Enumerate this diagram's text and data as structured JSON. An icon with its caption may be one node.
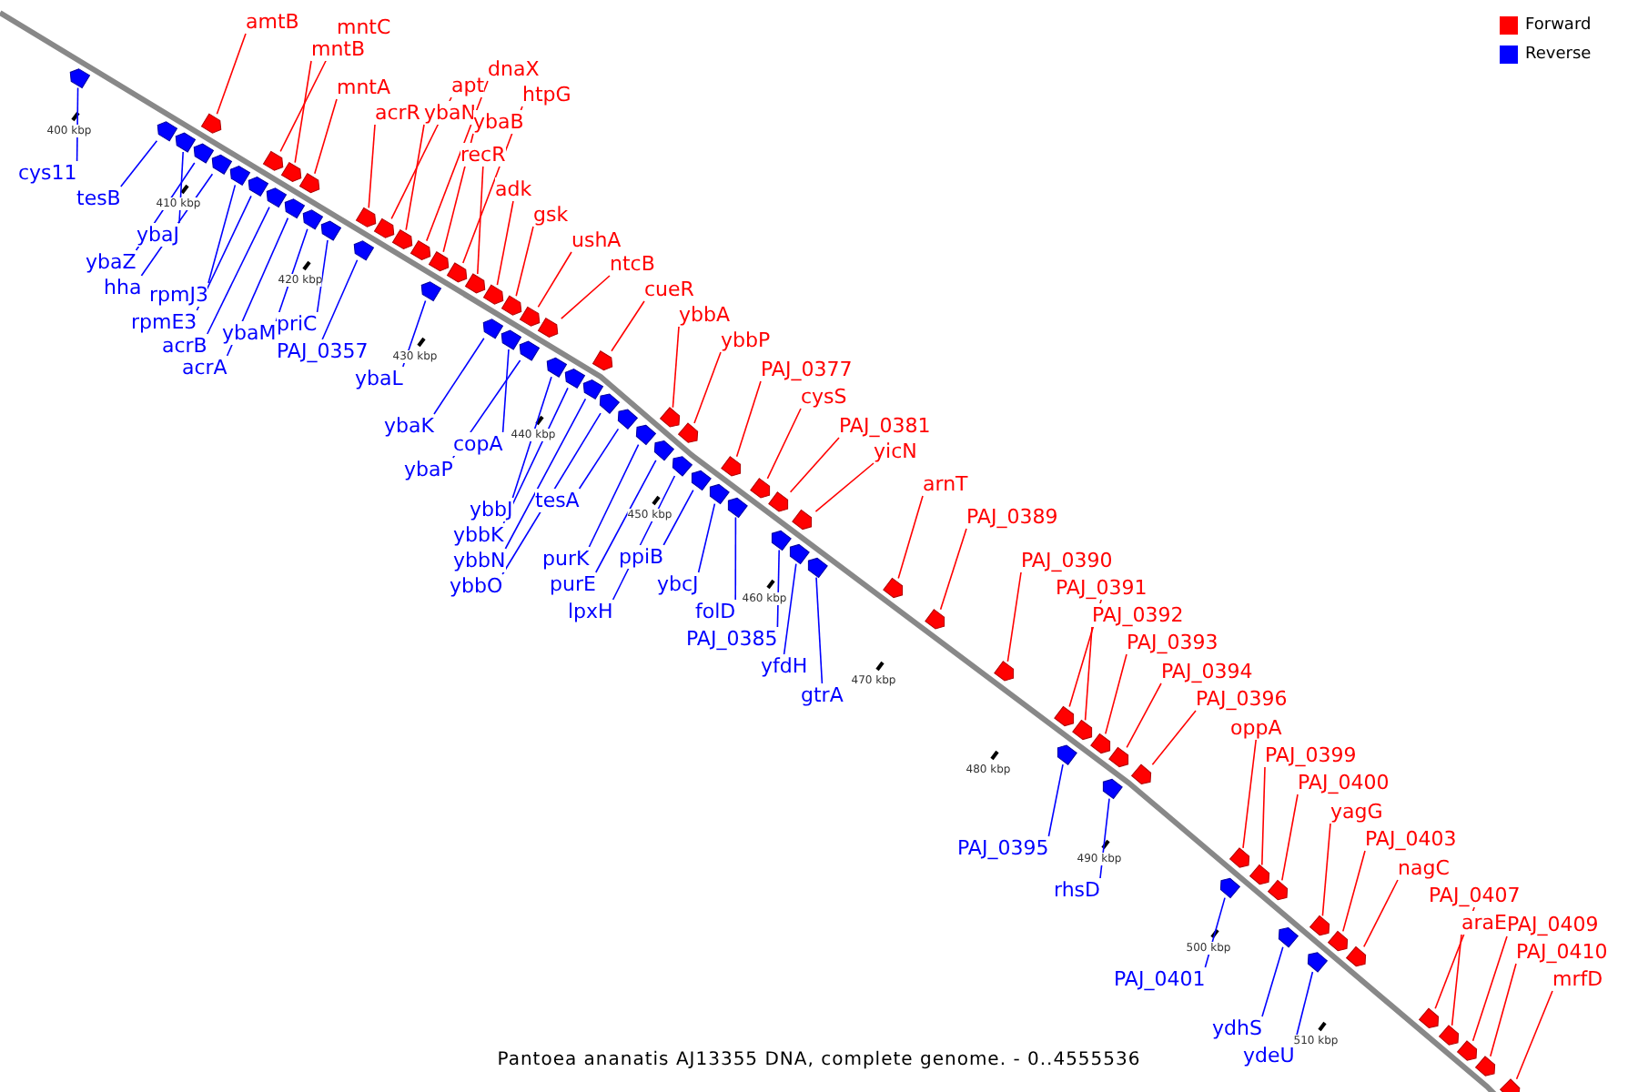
{
  "diagram": {
    "caption": "Pantoea ananatis AJ13355 DNA, complete genome. - 0..4555536",
    "nodes": [
      {
        "text": [
          "amtB"
        ]
      },
      {
        "text": [
          "mntC"
        ]
      },
      {
        "text": [
          "mntB"
        ]
      },
      {
        "text": [
          "mntA"
        ]
      },
      {
        "text": [
          "acrR"
        ]
      },
      {
        "text": [
          "apt"
        ]
      },
      {
        "text": [
          "ybaN"
        ]
      },
      {
        "text": [
          "dnaX"
        ]
      },
      {
        "text": [
          "ybaB"
        ]
      },
      {
        "text": [
          "htpG"
        ]
      },
      {
        "text": [
          "recR"
        ]
      },
      {
        "text": [
          "adk"
        ]
      },
      {
        "text": [
          "gsk"
        ]
      },
      {
        "text": [
          "ushA"
        ]
      },
      {
        "text": [
          "ntcB"
        ]
      },
      {
        "text": [
          "cueR"
        ]
      },
      {
        "text": [
          "ybbA"
        ]
      },
      {
        "text": [
          "ybbP"
        ]
      },
      {
        "text": [
          "PAJ_0377"
        ]
      },
      {
        "text": [
          "cysS"
        ]
      },
      {
        "text": [
          "PAJ_0381"
        ]
      },
      {
        "text": [
          "yicN"
        ]
      },
      {
        "text": [
          "arnT"
        ]
      },
      {
        "text": [
          "PAJ_0389"
        ]
      },
      {
        "text": [
          "PAJ_0390"
        ]
      },
      {
        "text": [
          "PAJ_0391"
        ]
      },
      {
        "text": [
          "PAJ_0392"
        ]
      },
      {
        "text": [
          "PAJ_0393"
        ]
      },
      {
        "text": [
          "PAJ_0394"
        ]
      },
      {
        "text": [
          "PAJ_0396"
        ]
      },
      {
        "text": [
          "oppA"
        ]
      },
      {
        "text": [
          "PAJ_0399"
        ]
      },
      {
        "text": [
          "PAJ_0400"
        ]
      },
      {
        "text": [
          "yagG"
        ]
      },
      {
        "text": [
          "PAJ_0403"
        ]
      },
      {
        "text": [
          "nagC"
        ]
      },
      {
        "text": [
          "PAJ_0407"
        ]
      },
      {
        "text": [
          "araE"
        ]
      },
      {
        "text": [
          "PAJ_0409"
        ]
      },
      {
        "text": [
          "PAJ_0410"
        ]
      },
      {
        "text": [
          "mrfD"
        ]
      },
      {
        "text": [
          "cys11"
        ]
      },
      {
        "text": [
          "tesB"
        ]
      },
      {
        "text": [
          "ybaJ"
        ]
      },
      {
        "text": [
          "ybaZ"
        ]
      },
      {
        "text": [
          "hha"
        ]
      },
      {
        "text": [
          "rpmJ3"
        ]
      },
      {
        "text": [
          "rpmE3"
        ]
      },
      {
        "text": [
          "acrB"
        ]
      },
      {
        "text": [
          "acrA"
        ]
      },
      {
        "text": [
          "ybaM"
        ]
      },
      {
        "text": [
          "priC"
        ]
      },
      {
        "text": [
          "PAJ_0357"
        ]
      },
      {
        "text": [
          "ybaL"
        ]
      },
      {
        "text": [
          "ybaK"
        ]
      },
      {
        "text": [
          "copA"
        ]
      },
      {
        "text": [
          "ybaP"
        ]
      },
      {
        "text": [
          "ybbJ"
        ]
      },
      {
        "text": [
          "ybbK"
        ]
      },
      {
        "text": [
          "ybbN"
        ]
      },
      {
        "text": [
          "ybbO"
        ]
      },
      {
        "text": [
          "tesA"
        ]
      },
      {
        "text": [
          "purK"
        ]
      },
      {
        "text": [
          "purE"
        ]
      },
      {
        "text": [
          "lpxH"
        ]
      },
      {
        "text": [
          "ppiB"
        ]
      },
      {
        "text": [
          "ybcJ"
        ]
      },
      {
        "text": [
          "folD"
        ]
      },
      {
        "text": [
          "PAJ_0385"
        ]
      },
      {
        "text": [
          "yfdH"
        ]
      },
      {
        "text": [
          "gtrA"
        ]
      },
      {
        "text": [
          "PAJ_0395"
        ]
      },
      {
        "text": [
          "rhsD"
        ]
      },
      {
        "text": [
          "PAJ_0401"
        ]
      },
      {
        "text": [
          "ydhS"
        ]
      },
      {
        "text": [
          "ydeU"
        ]
      },
      {
        "text": [],
        "shape": "arrow"
      },
      {
        "text": [],
        "shape": "arrow"
      },
      {
        "text": [],
        "shape": "arrow"
      },
      {
        "text": [],
        "shape": "arrow"
      },
      {
        "text": [],
        "shape": "arrow"
      },
      {
        "text": [],
        "shape": "arrow"
      },
      {
        "text": [],
        "shape": "arrow"
      },
      {
        "text": [],
        "shape": "arrow"
      },
      {
        "text": [],
        "shape": "arrow"
      },
      {
        "text": [],
        "shape": "arrow"
      },
      {
        "text": [],
        "shape": "arrow"
      },
      {
        "text": [],
        "shape": "arrow"
      },
      {
        "text": [],
        "shape": "arrow"
      },
      {
        "text": [],
        "shape": "arrow"
      },
      {
        "text": [],
        "shape": "arrow"
      },
      {
        "text": [],
        "shape": "arrow"
      },
      {
        "text": [],
        "shape": "arrow"
      },
      {
        "text": [],
        "shape": "arrow"
      },
      {
        "text": [],
        "shape": "arrow"
      },
      {
        "text": [],
        "shape": "arrow"
      },
      {
        "text": [],
        "shape": "arrow"
      },
      {
        "text": [],
        "shape": "arrow"
      },
      {
        "text": [],
        "shape": "arrow"
      },
      {
        "text": [],
        "shape": "arrow"
      },
      {
        "text": [],
        "shape": "arrow"
      },
      {
        "text": [],
        "shape": "arrow"
      },
      {
        "text": [],
        "shape": "arrow"
      },
      {
        "text": [],
        "shape": "arrow"
      },
      {
        "text": [],
        "shape": "arrow"
      },
      {
        "text": [],
        "shape": "arrow"
      },
      {
        "text": [],
        "shape": "arrow"
      },
      {
        "text": [],
        "shape": "arrow"
      },
      {
        "text": [],
        "shape": "arrow"
      },
      {
        "text": [],
        "shape": "arrow"
      },
      {
        "text": [],
        "shape": "arrow"
      },
      {
        "text": [],
        "shape": "arrow"
      },
      {
        "text": [],
        "shape": "arrow"
      },
      {
        "text": [],
        "shape": "arrow"
      },
      {
        "text": [],
        "shape": "arrow"
      },
      {
        "text": [],
        "shape": "arrow"
      },
      {
        "text": [],
        "shape": "arrow"
      },
      {
        "text": [],
        "shape": "arrow"
      },
      {
        "text": [],
        "shape": "arrow"
      },
      {
        "text": [],
        "shape": "arrow"
      },
      {
        "text": [],
        "shape": "arrow"
      },
      {
        "text": [],
        "shape": "arrow"
      },
      {
        "text": [],
        "shape": "arrow"
      },
      {
        "text": [],
        "shape": "arrow"
      },
      {
        "text": [],
        "shape": "arrow"
      },
      {
        "text": [],
        "shape": "arrow"
      },
      {
        "text": [],
        "shape": "arrow"
      },
      {
        "text": [],
        "shape": "arrow"
      },
      {
        "text": [],
        "shape": "arrow"
      },
      {
        "text": [],
        "shape": "arrow"
      },
      {
        "text": [],
        "shape": "arrow"
      },
      {
        "text": [],
        "shape": "arrow"
      },
      {
        "text": [],
        "shape": "arrow"
      },
      {
        "text": [],
        "shape": "arrow"
      },
      {
        "text": [],
        "shape": "arrow"
      },
      {
        "text": [],
        "shape": "arrow"
      },
      {
        "text": [],
        "shape": "arrow"
      },
      {
        "text": [],
        "shape": "arrow"
      },
      {
        "text": [],
        "shape": "arrow"
      },
      {
        "text": [],
        "shape": "arrow"
      },
      {
        "text": [],
        "shape": "arrow"
      },
      {
        "text": [],
        "shape": "arrow"
      },
      {
        "text": [],
        "shape": "arrow"
      },
      {
        "text": [],
        "shape": "arrow"
      },
      {
        "text": [],
        "shape": "arrow"
      },
      {
        "text": [],
        "shape": "arrow"
      },
      {
        "text": [],
        "shape": "arrow"
      },
      {
        "text": [],
        "shape": "arrow"
      },
      {
        "text": [],
        "shape": "arrow"
      },
      {
        "text": [],
        "shape": "arrow"
      },
      {
        "text": [],
        "shape": "arrow"
      },
      {
        "text": [],
        "shape": "arrow"
      }
    ],
    "edges": [
      {
        "from": 0,
        "to": 76,
        "arrow": "none"
      },
      {
        "from": 1,
        "to": 77,
        "arrow": "none"
      },
      {
        "from": 2,
        "to": 78,
        "arrow": "none"
      },
      {
        "from": 3,
        "to": 79,
        "arrow": "none"
      },
      {
        "from": 4,
        "to": 80,
        "arrow": "none"
      },
      {
        "from": 5,
        "to": 81,
        "arrow": "none"
      },
      {
        "from": 6,
        "to": 82,
        "arrow": "none"
      },
      {
        "from": 7,
        "to": 83,
        "arrow": "none"
      },
      {
        "from": 8,
        "to": 84,
        "arrow": "none"
      },
      {
        "from": 9,
        "to": 85,
        "arrow": "none"
      },
      {
        "from": 10,
        "to": 86,
        "arrow": "none"
      },
      {
        "from": 11,
        "to": 87,
        "arrow": "none"
      },
      {
        "from": 12,
        "to": 88,
        "arrow": "none"
      },
      {
        "from": 13,
        "to": 89,
        "arrow": "none"
      },
      {
        "from": 14,
        "to": 90,
        "arrow": "none"
      },
      {
        "from": 15,
        "to": 91,
        "arrow": "none"
      },
      {
        "from": 16,
        "to": 92,
        "arrow": "none"
      },
      {
        "from": 17,
        "to": 93,
        "arrow": "none"
      },
      {
        "from": 18,
        "to": 94,
        "arrow": "none"
      },
      {
        "from": 19,
        "to": 95,
        "arrow": "none"
      },
      {
        "from": 20,
        "to": 96,
        "arrow": "none"
      },
      {
        "from": 21,
        "to": 97,
        "arrow": "none"
      },
      {
        "from": 22,
        "to": 98,
        "arrow": "none"
      },
      {
        "from": 23,
        "to": 99,
        "arrow": "none"
      },
      {
        "from": 24,
        "to": 100,
        "arrow": "none"
      },
      {
        "from": 25,
        "to": 101,
        "arrow": "none"
      },
      {
        "from": 26,
        "to": 102,
        "arrow": "none"
      },
      {
        "from": 27,
        "to": 103,
        "arrow": "none"
      },
      {
        "from": 28,
        "to": 104,
        "arrow": "none"
      },
      {
        "from": 29,
        "to": 105,
        "arrow": "none"
      },
      {
        "from": 30,
        "to": 106,
        "arrow": "none"
      },
      {
        "from": 31,
        "to": 107,
        "arrow": "none"
      },
      {
        "from": 32,
        "to": 108,
        "arrow": "none"
      },
      {
        "from": 33,
        "to": 109,
        "arrow": "none"
      },
      {
        "from": 34,
        "to": 110,
        "arrow": "none"
      },
      {
        "from": 35,
        "to": 111,
        "arrow": "none"
      },
      {
        "from": 36,
        "to": 112,
        "arrow": "none"
      },
      {
        "from": 37,
        "to": 113,
        "arrow": "none"
      },
      {
        "from": 38,
        "to": 114,
        "arrow": "none"
      },
      {
        "from": 39,
        "to": 115,
        "arrow": "none"
      },
      {
        "from": 40,
        "to": 116,
        "arrow": "none"
      },
      {
        "from": 41,
        "to": 117,
        "arrow": "none",
        "color": "#0000ff"
      },
      {
        "from": 42,
        "to": 118,
        "arrow": "none",
        "color": "#0000ff"
      },
      {
        "from": 43,
        "to": 119,
        "arrow": "none",
        "color": "#0000ff"
      },
      {
        "from": 44,
        "to": 120,
        "arrow": "none",
        "color": "#0000ff"
      },
      {
        "from": 45,
        "to": 121,
        "arrow": "none",
        "color": "#0000ff"
      },
      {
        "from": 46,
        "to": 122,
        "arrow": "none",
        "color": "#0000ff"
      },
      {
        "from": 47,
        "to": 123,
        "arrow": "none",
        "color": "#0000ff"
      },
      {
        "from": 48,
        "to": 124,
        "arrow": "none",
        "color": "#0000ff"
      },
      {
        "from": 49,
        "to": 125,
        "arrow": "none",
        "color": "#0000ff"
      },
      {
        "from": 50,
        "to": 126,
        "arrow": "none",
        "color": "#0000ff"
      },
      {
        "from": 51,
        "to": 127,
        "arrow": "none",
        "color": "#0000ff"
      },
      {
        "from": 52,
        "to": 128,
        "arrow": "none",
        "color": "#0000ff"
      },
      {
        "from": 53,
        "to": 129,
        "arrow": "none",
        "color": "#0000ff"
      },
      {
        "from": 54,
        "to": 130,
        "arrow": "none",
        "color": "#0000ff"
      },
      {
        "from": 55,
        "to": 131,
        "arrow": "none",
        "color": "#0000ff"
      },
      {
        "from": 56,
        "to": 132,
        "arrow": "none",
        "color": "#0000ff"
      },
      {
        "from": 57,
        "to": 133,
        "arrow": "none",
        "color": "#0000ff"
      },
      {
        "from": 58,
        "to": 134,
        "arrow": "none",
        "color": "#0000ff"
      },
      {
        "from": 59,
        "to": 135,
        "arrow": "none",
        "color": "#0000ff"
      },
      {
        "from": 60,
        "to": 136,
        "arrow": "none",
        "color": "#0000ff"
      },
      {
        "from": 61,
        "to": 137,
        "arrow": "none",
        "color": "#0000ff"
      },
      {
        "from": 62,
        "to": 138,
        "arrow": "none",
        "color": "#0000ff"
      },
      {
        "from": 63,
        "to": 139,
        "arrow": "none",
        "color": "#0000ff"
      },
      {
        "from": 64,
        "to": 140,
        "arrow": "none",
        "color": "#0000ff"
      },
      {
        "from": 65,
        "to": 141,
        "arrow": "none",
        "color": "#0000ff"
      },
      {
        "from": 66,
        "to": 142,
        "arrow": "none",
        "color": "#0000ff"
      },
      {
        "from": 67,
        "to": 143,
        "arrow": "none",
        "color": "#0000ff"
      },
      {
        "from": 68,
        "to": 144,
        "arrow": "none",
        "color": "#0000ff"
      },
      {
        "from": 69,
        "to": 145,
        "arrow": "none",
        "color": "#0000ff"
      },
      {
        "from": 70,
        "to": 146,
        "arrow": "none",
        "color": "#0000ff"
      },
      {
        "from": 71,
        "to": 147,
        "arrow": "none",
        "color": "#0000ff"
      },
      {
        "from": 72,
        "to": 148,
        "arrow": "none",
        "color": "#0000ff"
      },
      {
        "from": 73,
        "to": 149,
        "arrow": "none",
        "color": "#0000ff"
      },
      {
        "from": 74,
        "to": 150,
        "arrow": "none",
        "color": "#0000ff"
      },
      {
        "from": 75,
        "to": 151,
        "arrow": "none",
        "color": "#0000ff"
      }
    ],
    "labels": [
      "400 kbp",
      "410 kbp",
      "420 kbp",
      "430 kbp",
      "440 kbp",
      "450 kbp",
      "460 kbp",
      "470 kbp",
      "480 kbp",
      "490 kbp",
      "500 kbp",
      "510 kbp"
    ],
    "legend": [
      {
        "text": "Forward",
        "color": "#ff0000"
      },
      {
        "text": "Reverse",
        "color": "#0000ff"
      }
    ]
  }
}
